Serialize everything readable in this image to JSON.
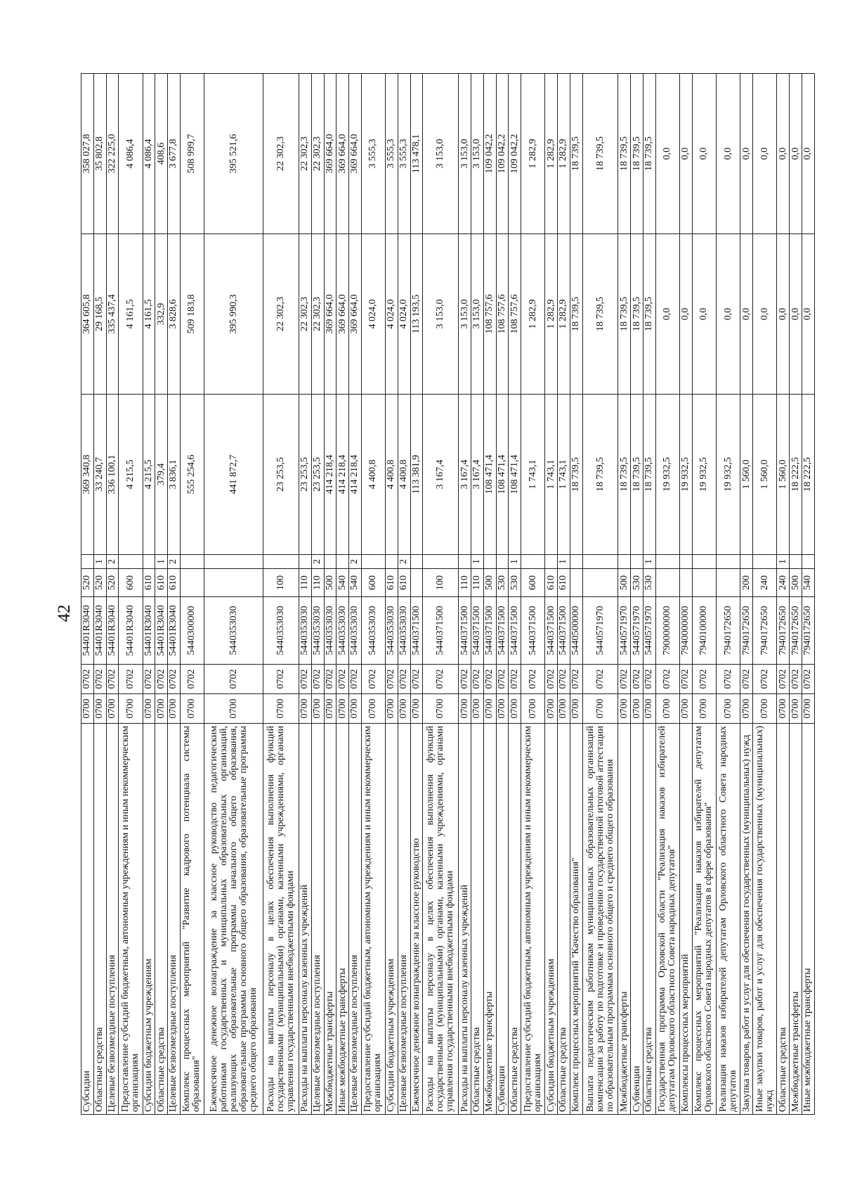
{
  "page": {
    "number": "42"
  },
  "table": {
    "rows": [
      [
        "Субсидии",
        "0700",
        "0702",
        "54401R3040",
        "520",
        "",
        "369 340,8",
        "364 605,8",
        "358 027,8"
      ],
      [
        "Областные средства",
        "0700",
        "0702",
        "54401R3040",
        "520",
        "1",
        "33 240,7",
        "29 168,5",
        "35 802,8"
      ],
      [
        "Целевые безвозмездные поступления",
        "0700",
        "0702",
        "54401R3040",
        "520",
        "2",
        "336 100,1",
        "335 437,4",
        "322 225,0"
      ],
      [
        "Предоставление субсидий бюджетным, автономным учреждениям и иным некоммерческим организациям",
        "0700",
        "0702",
        "54401R3040",
        "600",
        "",
        "4 215,5",
        "4 161,5",
        "4 086,4"
      ],
      [
        "Субсидии бюджетным учреждениям",
        "0700",
        "0702",
        "54401R3040",
        "610",
        "",
        "4 215,5",
        "4 161,5",
        "4 086,4"
      ],
      [
        "Областные средства",
        "0700",
        "0702",
        "54401R3040",
        "610",
        "1",
        "379,4",
        "332,9",
        "408,6"
      ],
      [
        "Целевые безвозмездные поступления",
        "0700",
        "0702",
        "54401R3040",
        "610",
        "2",
        "3 836,1",
        "3 828,6",
        "3 677,8"
      ],
      [
        "Комплекс процессных мероприятий \"Развитие кадрового потенциала системы образования\"",
        "0700",
        "0702",
        "5440300000",
        "",
        "",
        "555 254,6",
        "509 183,8",
        "508 999,7"
      ],
      [
        "Ежемесячное денежное вознаграждение за классное руководство педагогическим работникам государственных и муниципальных образовательных организаций, реализующих образовательные программы начального общего образования, образовательные программы основного общего образования, образовательные программы среднего общего образования",
        "0700",
        "0702",
        "5440353030",
        "",
        "",
        "441 872,7",
        "395 990,3",
        "395 521,6"
      ],
      [
        "Расходы на выплаты персоналу в целях обеспечения выполнения функций государственными (муниципальными) органами, казенными учреждениями, органами управления государственными внебюджетными фондами",
        "0700",
        "0702",
        "5440353030",
        "100",
        "",
        "23 253,5",
        "22 302,3",
        "22 302,3"
      ],
      [
        "Расходы на выплаты персоналу казенных учреждений",
        "0700",
        "0702",
        "5440353030",
        "110",
        "",
        "23 253,5",
        "22 302,3",
        "22 302,3"
      ],
      [
        "Целевые безвозмездные поступления",
        "0700",
        "0702",
        "5440353030",
        "110",
        "2",
        "23 253,5",
        "22 302,3",
        "22 302,3"
      ],
      [
        "Межбюджетные трансферты",
        "0700",
        "0702",
        "5440353030",
        "500",
        "",
        "414 218,4",
        "369 664,0",
        "369 664,0"
      ],
      [
        "Иные межбюджетные трансферты",
        "0700",
        "0702",
        "5440353030",
        "540",
        "",
        "414 218,4",
        "369 664,0",
        "369 664,0"
      ],
      [
        "Целевые безвозмездные поступления",
        "0700",
        "0702",
        "5440353030",
        "540",
        "2",
        "414 218,4",
        "369 664,0",
        "369 664,0"
      ],
      [
        "Предоставление субсидий бюджетным, автономным учреждениям и иным некоммерческим организациям",
        "0700",
        "0702",
        "5440353030",
        "600",
        "",
        "4 400,8",
        "4 024,0",
        "3 555,3"
      ],
      [
        "Субсидии бюджетным учреждениям",
        "0700",
        "0702",
        "5440353030",
        "610",
        "",
        "4 400,8",
        "4 024,0",
        "3 555,3"
      ],
      [
        "Целевые безвозмездные поступления",
        "0700",
        "0702",
        "5440353030",
        "610",
        "2",
        "4 400,8",
        "4 024,0",
        "3 555,3"
      ],
      [
        "Ежемесячное денежное вознаграждение за классное руководство",
        "0700",
        "0702",
        "5440371500",
        "",
        "",
        "113 381,9",
        "113 193,5",
        "113 478,1"
      ],
      [
        "Расходы на выплаты персоналу в целях обеспечения выполнения функций государственными (муниципальными) органами, казенными учреждениями, органами управления государственными внебюджетными фондами",
        "0700",
        "0702",
        "5440371500",
        "100",
        "",
        "3 167,4",
        "3 153,0",
        "3 153,0"
      ],
      [
        "Расходы на выплаты персоналу казенных учреждений",
        "0700",
        "0702",
        "5440371500",
        "110",
        "",
        "3 167,4",
        "3 153,0",
        "3 153,0"
      ],
      [
        "Областные средства",
        "0700",
        "0702",
        "5440371500",
        "110",
        "1",
        "3 167,4",
        "3 153,0",
        "3 153,0"
      ],
      [
        "Межбюджетные трансферты",
        "0700",
        "0702",
        "5440371500",
        "500",
        "",
        "108 471,4",
        "108 757,6",
        "109 042,2"
      ],
      [
        "Субвенции",
        "0700",
        "0702",
        "5440371500",
        "530",
        "",
        "108 471,4",
        "108 757,6",
        "109 042,2"
      ],
      [
        "Областные средства",
        "0700",
        "0702",
        "5440371500",
        "530",
        "1",
        "108 471,4",
        "108 757,6",
        "109 042,2"
      ],
      [
        "Предоставление субсидий бюджетным, автономным учреждениям и иным некоммерческим организациям",
        "0700",
        "0702",
        "5440371500",
        "600",
        "",
        "1 743,1",
        "1 282,9",
        "1 282,9"
      ],
      [
        "Субсидии бюджетным учреждениям",
        "0700",
        "0702",
        "5440371500",
        "610",
        "",
        "1 743,1",
        "1 282,9",
        "1 282,9"
      ],
      [
        "Областные средства",
        "0700",
        "0702",
        "5440371500",
        "610",
        "1",
        "1 743,1",
        "1 282,9",
        "1 282,9"
      ],
      [
        "Комплекс процессных мероприятий \"Качество образования\"",
        "0700",
        "0702",
        "5440500000",
        "",
        "",
        "18 739,5",
        "18 739,5",
        "18 739,5"
      ],
      [
        "Выплата педагогическим работникам муниципальных образовательных организаций компенсации за работу по подготовке и проведению государственной итоговой аттестации по образовательным программам основного общего и среднего общего образования",
        "0700",
        "0702",
        "5440571970",
        "",
        "",
        "18 739,5",
        "18 739,5",
        "18 739,5"
      ],
      [
        "Межбюджетные трансферты",
        "0700",
        "0702",
        "5440571970",
        "500",
        "",
        "18 739,5",
        "18 739,5",
        "18 739,5"
      ],
      [
        "Субвенции",
        "0700",
        "0702",
        "5440571970",
        "530",
        "",
        "18 739,5",
        "18 739,5",
        "18 739,5"
      ],
      [
        "Областные средства",
        "0700",
        "0702",
        "5440571970",
        "530",
        "1",
        "18 739,5",
        "18 739,5",
        "18 739,5"
      ],
      [
        "Государственная программа Орловской области \"Реализация наказов избирателей депутатам Орловского областного Совета народных депутатов\"",
        "0700",
        "0702",
        "7900000000",
        "",
        "",
        "19 932,5",
        "0,0",
        "0,0"
      ],
      [
        "Комплексы процессных мероприятий",
        "0700",
        "0702",
        "7940000000",
        "",
        "",
        "19 932,5",
        "0,0",
        "0,0"
      ],
      [
        "Комплекс процессных мероприятий \"Реализация наказов избирателей депутатам Орловского областного Совета народных депутатов в сфере образования\"",
        "0700",
        "0702",
        "7940100000",
        "",
        "",
        "19 932,5",
        "0,0",
        "0,0"
      ],
      [
        "Реализация наказов избирателей депутатам Орловского областного Совета народных депутатов",
        "0700",
        "0702",
        "7940172650",
        "",
        "",
        "19 932,5",
        "0,0",
        "0,0"
      ],
      [
        "Закупка товаров, работ и услуг для обеспечения государственных (муниципальных) нужд",
        "0700",
        "0702",
        "7940172650",
        "200",
        "",
        "1 560,0",
        "0,0",
        "0,0"
      ],
      [
        "Иные закупки товаров, работ и услуг для обеспечения государственных (муниципальных) нужд",
        "0700",
        "0702",
        "7940172650",
        "240",
        "",
        "1 560,0",
        "0,0",
        "0,0"
      ],
      [
        "Областные средства",
        "0700",
        "0702",
        "7940172650",
        "240",
        "1",
        "1 560,0",
        "0,0",
        "0,0"
      ],
      [
        "Межбюджетные трансферты",
        "0700",
        "0702",
        "7940172650",
        "500",
        "",
        "18 222,5",
        "0,0",
        "0,0"
      ],
      [
        "Иные межбюджетные трансферты",
        "0700",
        "0702",
        "7940172650",
        "540",
        "",
        "18 222,5",
        "0,0",
        "0,0"
      ]
    ]
  }
}
